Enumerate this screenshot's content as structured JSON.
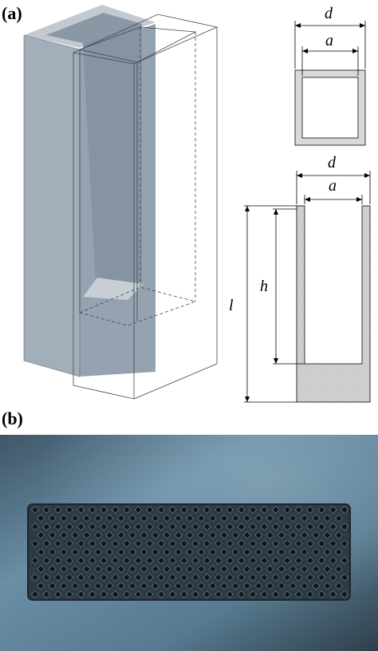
{
  "figure": {
    "panel_a_label": "(a)",
    "panel_b_label": "(b)"
  },
  "dimensions": {
    "outer_width": "d",
    "inner_width": "a",
    "total_length": "l",
    "hole_depth": "h"
  },
  "colors": {
    "block_face": "#a9b3bf",
    "block_dark": "#93a0ad",
    "block_top": "#c3cad3",
    "section_fill": "#d9d9d9",
    "plate": "#5d7f96",
    "plate_dark": "#28333b",
    "hole": "#0f161b"
  },
  "photo": {
    "rows": 11,
    "cols": 28
  }
}
